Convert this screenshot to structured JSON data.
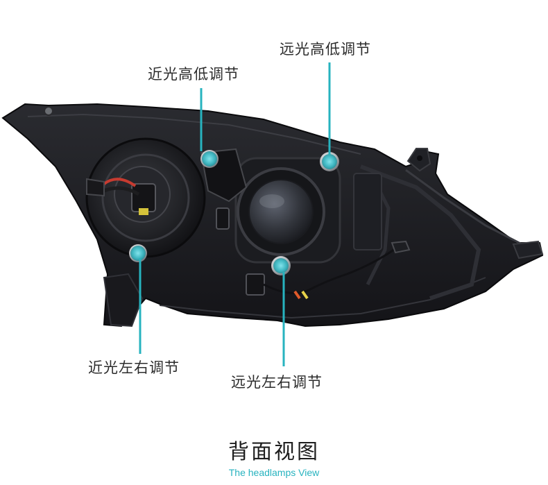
{
  "annotations": {
    "top_right": "远光高低调节",
    "top_left": "近光高低调节",
    "bottom_left": "近光左右调节",
    "bottom_middle": "远光左右调节"
  },
  "caption": {
    "title": "背面视图",
    "subtitle": "The headlamps View"
  },
  "colors": {
    "accent": "#27b3bf",
    "housing": "#1b1b1e",
    "text": "#2b2b2b"
  }
}
